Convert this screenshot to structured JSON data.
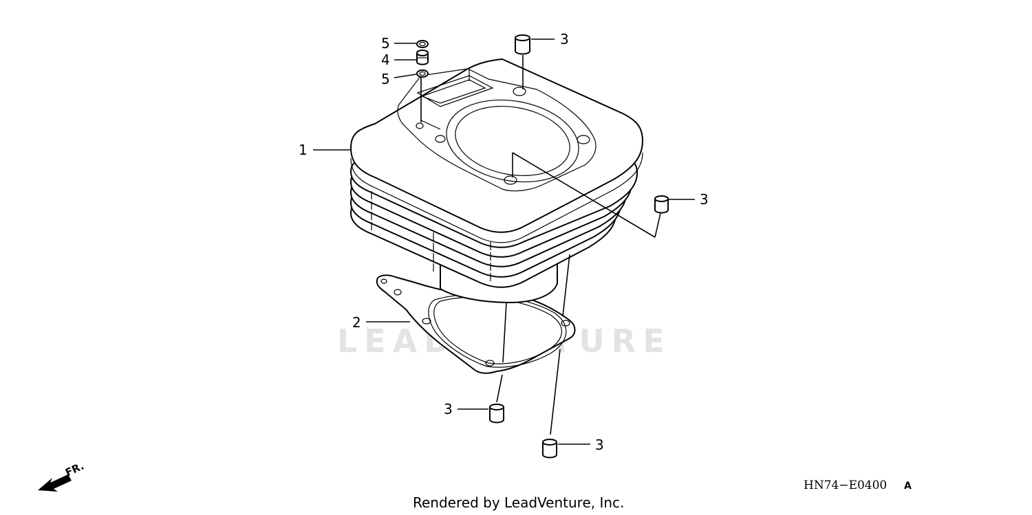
{
  "watermark": "LEADVENTURE",
  "diagram_code": "HN74−E0400",
  "diagram_suffix": "A",
  "footer": "Rendered by LeadVenture, Inc.",
  "direction_label": "FR.",
  "callouts": {
    "c1": "1",
    "c2": "2",
    "c3a": "3",
    "c3b": "3",
    "c3c": "3",
    "c3d": "3",
    "c4": "4",
    "c5a": "5",
    "c5b": "5"
  }
}
